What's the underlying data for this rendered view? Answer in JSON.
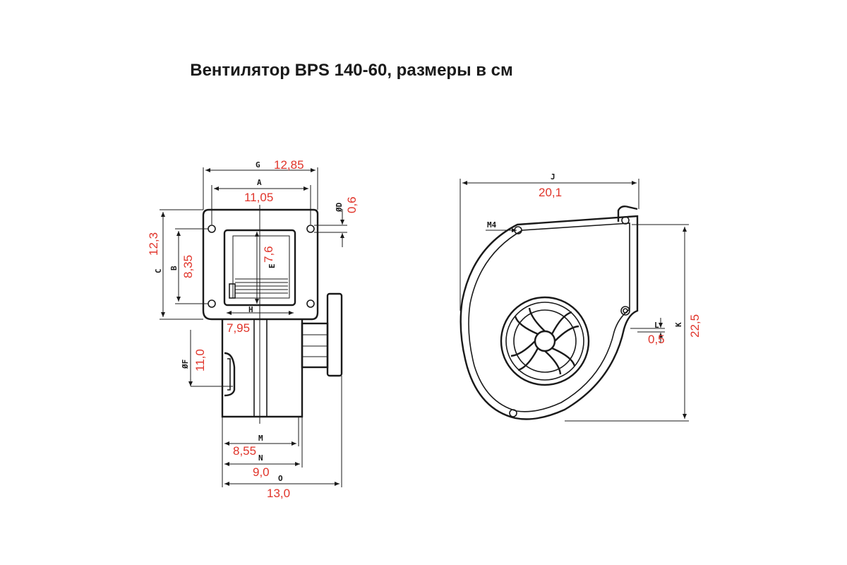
{
  "title": "Вентилятор BPS 140-60, размеры в см",
  "dimensions": {
    "G": {
      "letter": "G",
      "value": "12,85"
    },
    "A": {
      "letter": "A",
      "value": "11,05"
    },
    "D": {
      "letter": "ØD",
      "value": "0,6"
    },
    "C": {
      "letter": "C",
      "value": "12,3"
    },
    "B": {
      "letter": "B",
      "value": "8,35"
    },
    "E": {
      "letter": "E",
      "value": "7,6"
    },
    "H": {
      "letter": "H",
      "value": "7,95"
    },
    "F": {
      "letter": "ØF",
      "value": "11,0"
    },
    "M": {
      "letter": "M",
      "value": "8,55"
    },
    "N": {
      "letter": "N",
      "value": "9,0"
    },
    "O": {
      "letter": "O",
      "value": "13,0"
    },
    "J": {
      "letter": "J",
      "value": "20,1"
    },
    "M4": {
      "letter": "M4"
    },
    "L": {
      "letter": "L",
      "value": "0,5"
    },
    "K": {
      "letter": "K",
      "value": "22,5"
    }
  },
  "colors": {
    "ink": "#1a1a1a",
    "values": "#e0342a"
  }
}
